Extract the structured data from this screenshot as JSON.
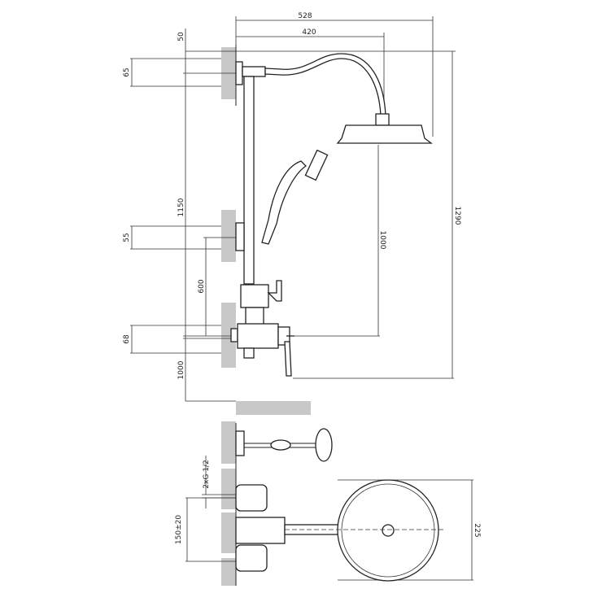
{
  "title": "Shower set technical drawing",
  "dimensions": {
    "arm_total_reach": "528",
    "arm_reach_to_head": "420",
    "top_offset": "50",
    "top_bracket_spacing": "65",
    "head_height_from_valve": "1150",
    "middle_bracket_spacing": "55",
    "slider_to_valve": "600",
    "valve_bracket_spacing": "68",
    "valve_height_from_floor": "1000",
    "head_to_valve_vertical": "1000",
    "total_height": "1290",
    "inlet_thread": "2xG 1/2",
    "inlet_spacing": "150±20",
    "head_diameter": "225"
  },
  "colors": {
    "line": "#222222",
    "wall": "#c8c8c8"
  }
}
